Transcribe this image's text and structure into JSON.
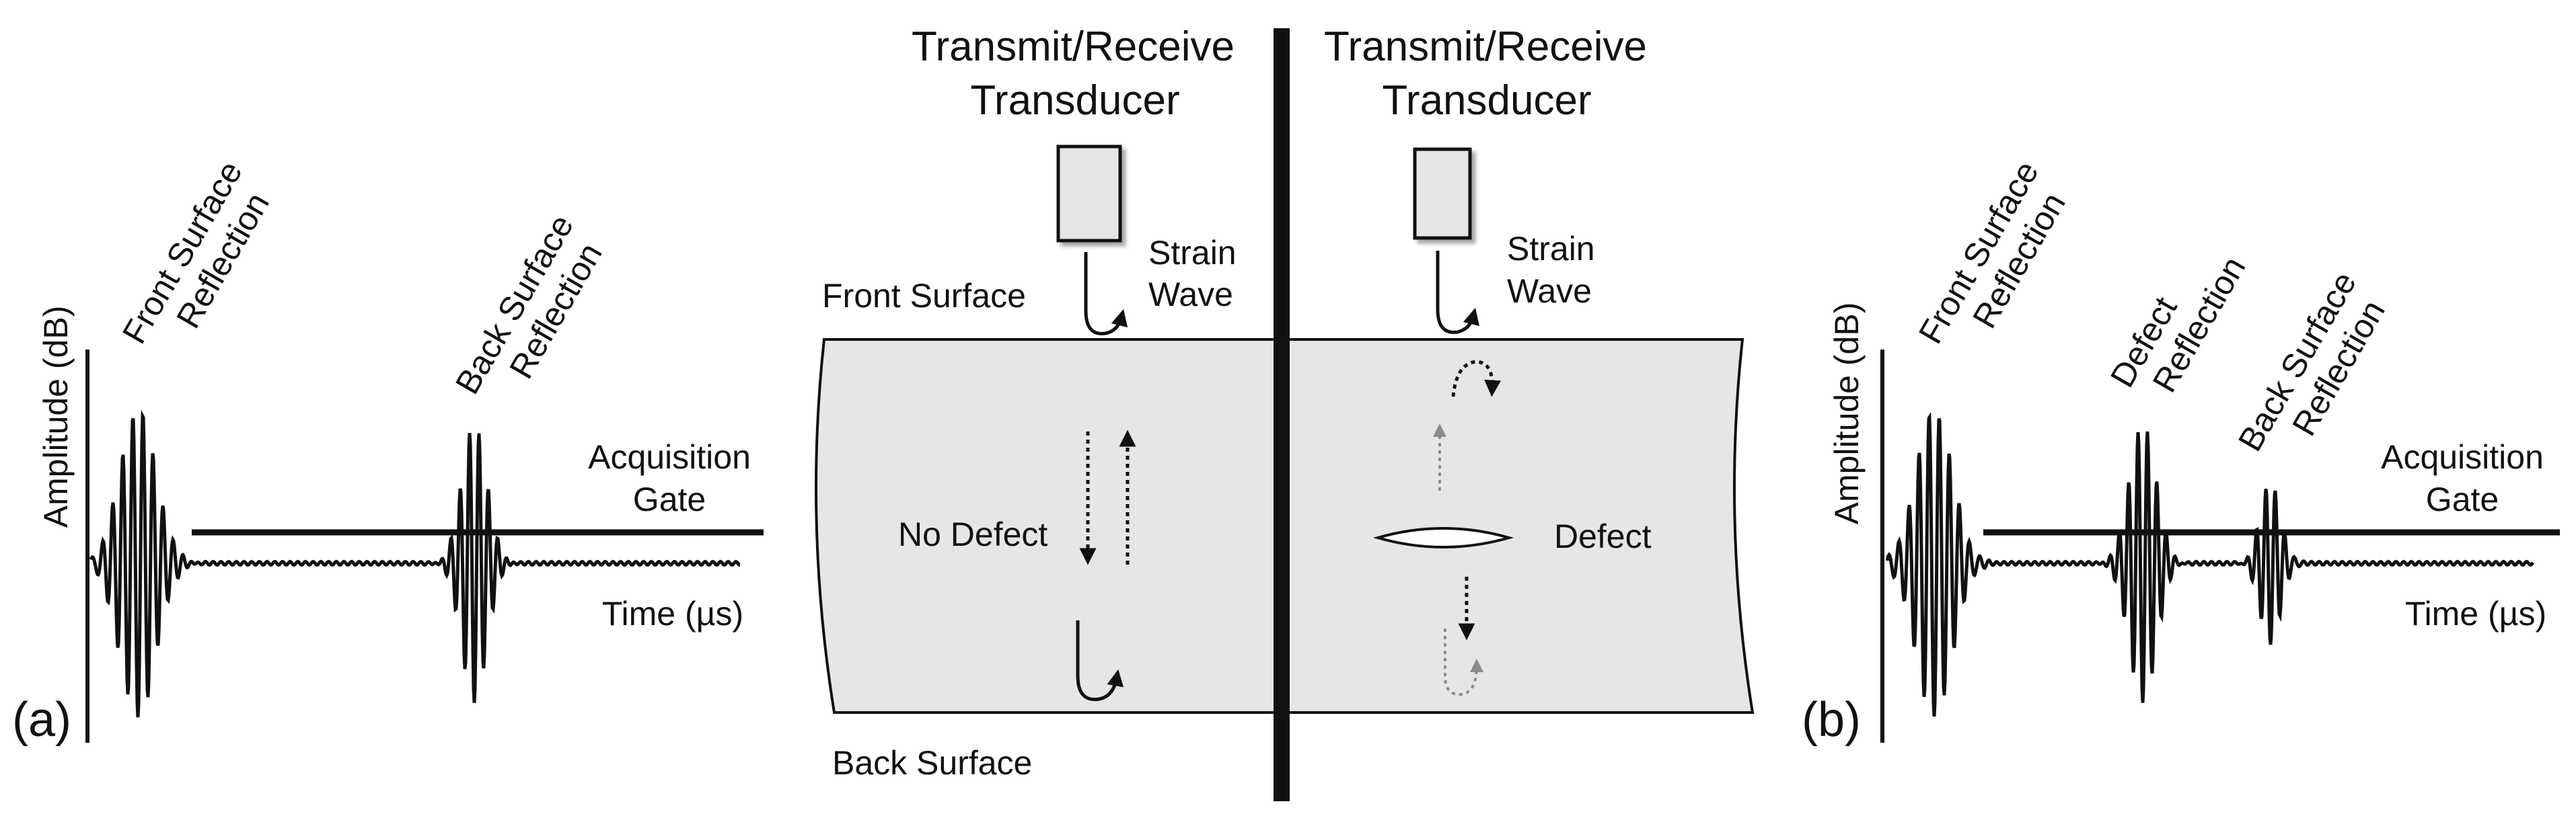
{
  "colors": {
    "ink": "#111111",
    "specimen_fill": "#e6e6e6",
    "transducer_fill": "#e6e6e6",
    "faded_arrow": "#8a8a8a"
  },
  "panel_a": {
    "label": "(a)",
    "y_axis_label": "Amplitude (dB)",
    "x_axis_label": "Time (µs)",
    "gate_label_line1": "Acquisition",
    "gate_label_line2": "Gate",
    "peaks": [
      {
        "line1": "Front Surface",
        "line2": "Reflection"
      },
      {
        "line1": "Back Surface",
        "line2": "Reflection"
      }
    ]
  },
  "panel_b": {
    "label": "(b)",
    "y_axis_label": "Amplitude (dB)",
    "x_axis_label": "Time (µs)",
    "gate_label_line1": "Acquisition",
    "gate_label_line2": "Gate",
    "peaks": [
      {
        "line1": "Front Surface",
        "line2": "Reflection"
      },
      {
        "line1": "Defect",
        "line2": "Reflection"
      },
      {
        "line1": "Back Surface",
        "line2": "Reflection"
      }
    ]
  },
  "center": {
    "left_transducer": {
      "line1": "Transmit/Receive",
      "line2": "Transducer"
    },
    "right_transducer": {
      "line1": "Transmit/Receive",
      "line2": "Transducer"
    },
    "left_wave": {
      "line1": "Strain",
      "line2": "Wave"
    },
    "right_wave": {
      "line1": "Strain",
      "line2": "Wave"
    },
    "front_surface_label": "Front Surface",
    "back_surface_label": "Back Surface",
    "no_defect_label": "No Defect",
    "defect_label": "Defect"
  }
}
